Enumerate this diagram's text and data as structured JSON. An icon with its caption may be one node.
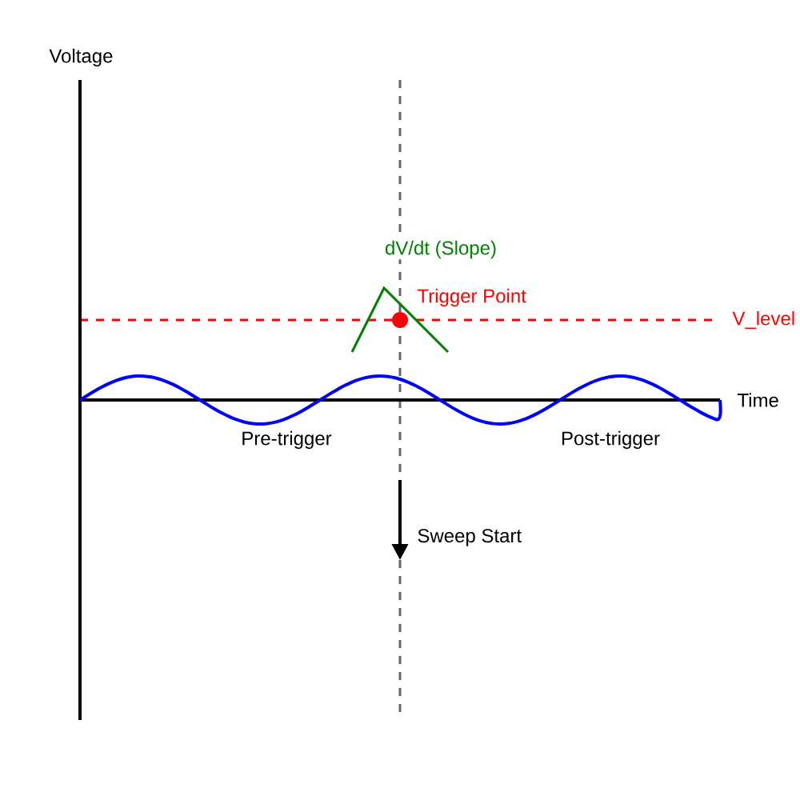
{
  "diagram": {
    "labels": [
      "Voltage",
      "dV/dt (Slope)",
      "Trigger Point",
      "V_level",
      "Time",
      "Pre-trigger",
      "Post-trigger",
      "Sweep Start"
    ]
  }
}
